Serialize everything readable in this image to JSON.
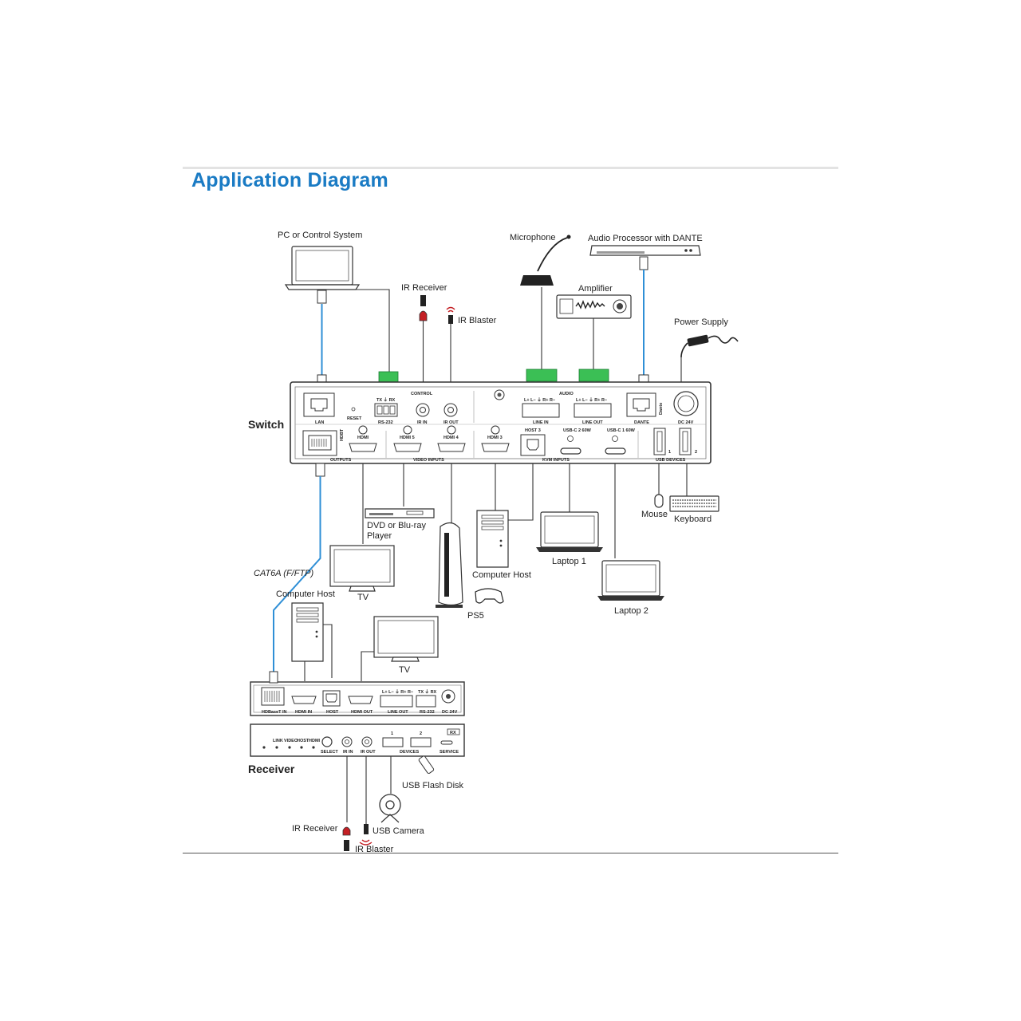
{
  "title": "Application Diagram",
  "labels": {
    "pc": "PC or Control System",
    "ir_receiver_top": "IR Receiver",
    "ir_blaster_top": "IR Blaster",
    "microphone": "Microphone",
    "audio_processor": "Audio Processor with DANTE",
    "amplifier": "Amplifier",
    "power_supply": "Power Supply",
    "switch": "Switch",
    "dvd": "DVD or Blu-ray",
    "dvd2": "Player",
    "tv1": "TV",
    "ps5": "PS5",
    "computer_host_mid": "Computer Host",
    "laptop1": "Laptop 1",
    "laptop2": "Laptop 2",
    "mouse": "Mouse",
    "keyboard": "Keyboard",
    "cat6a": "CAT6A (F/FTP)",
    "computer_host_left": "Computer Host",
    "tv2": "TV",
    "receiver": "Receiver",
    "usb_flash": "USB Flash Disk",
    "usb_camera": "USB Camera",
    "ir_receiver_bottom": "IR Receiver",
    "ir_blaster_bottom": "IR Blaster"
  },
  "switch_panel": {
    "control": "CONTROL",
    "audio": "AUDIO",
    "lan": "LAN",
    "reset": "RESET",
    "rs232": "RS-232",
    "txrx": "TX ⏚ RX",
    "ir_in": "IR IN",
    "ir_out": "IR OUT",
    "line_in": "LINE IN",
    "line_out": "LINE OUT",
    "lr_in": "L+ L− ⏚ R+ R−",
    "lr_out": "L+ L− ⏚ R+ R−",
    "dante": "DANTE",
    "dc": "DC 24V",
    "dante_logo": "Dante",
    "hdmi": "HDMI",
    "hdmi5": "HDMI 5",
    "hdmi4": "HDMI 4",
    "hdmi3": "HDMI 3",
    "host3": "HOST 3",
    "usbc2": "USB-C 2 60W",
    "usbc1": "USB-C 1 60W",
    "hdbt": "HDBT",
    "outputs": "OUTPUTS",
    "video_inputs": "VIDEO INPUTS",
    "kvm_inputs": "KVM INPUTS",
    "usb_devices": "USB DEVICES",
    "usb1": "1",
    "usb2": "2"
  },
  "receiver_panel": {
    "hdbaset_in": "HDBaseT IN",
    "hdmi_in": "HDMI IN",
    "host": "HOST",
    "hdmi_out": "HDMI OUT",
    "line_out": "LINE OUT",
    "lr": "L+ L− ⏚ R+ R−",
    "rs232": "RS-232",
    "txrx": "TX ⏚ RX",
    "dc": "DC 24V",
    "rx": "RX",
    "link": "LINK",
    "video": "VIDEO",
    "host_led": "HOST",
    "hdmi_led": "HDMI",
    "select": "SELECT",
    "ir_in": "IR IN",
    "ir_out": "IR OUT",
    "devices": "DEVICES",
    "service": "SERVICE",
    "port1": "1",
    "port2": "2"
  },
  "colors": {
    "title": "#1a7bc4",
    "cat_cable": "#2f8fd6",
    "terminal_block": "#3bbf55"
  }
}
